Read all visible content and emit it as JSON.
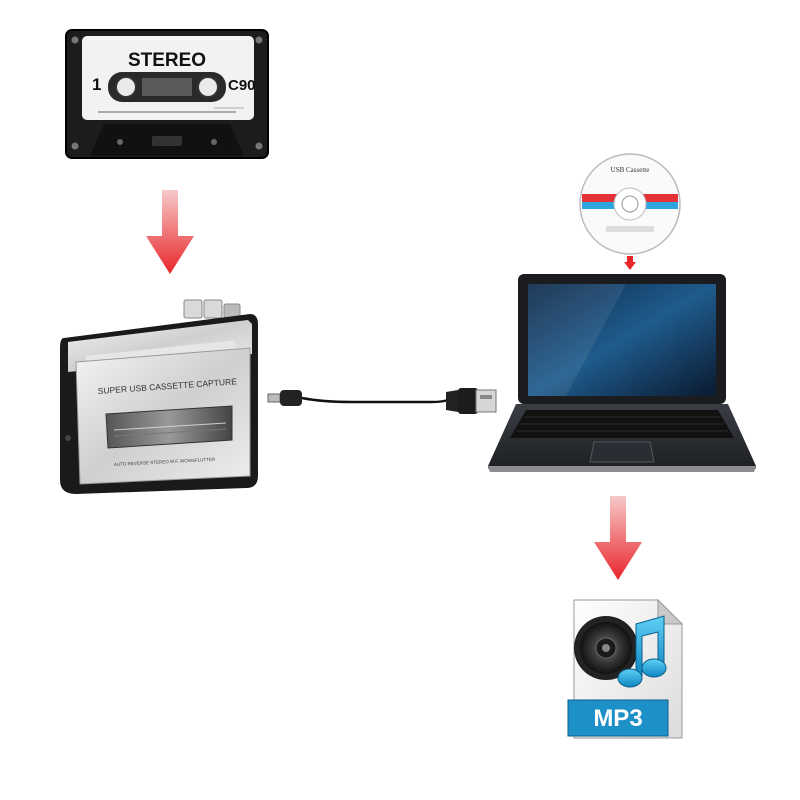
{
  "cassette": {
    "stereo_label": "STEREO",
    "side_number": "1",
    "type_label": "C90"
  },
  "player": {
    "label": "SUPER USB CASSETTE CAPTURE",
    "small_text": "AUTO REVERSE  STEREO  W.F.  WOW&FLUTTER"
  },
  "cd": {
    "label": "USB Cassette"
  },
  "mp3_file": {
    "label": "MP3"
  },
  "colors": {
    "arrow_red": "#e8262a",
    "arrow_light": "#f7c9c9",
    "mp3_blue": "#1e90c8",
    "cassette_body": "#1c1c1c"
  }
}
